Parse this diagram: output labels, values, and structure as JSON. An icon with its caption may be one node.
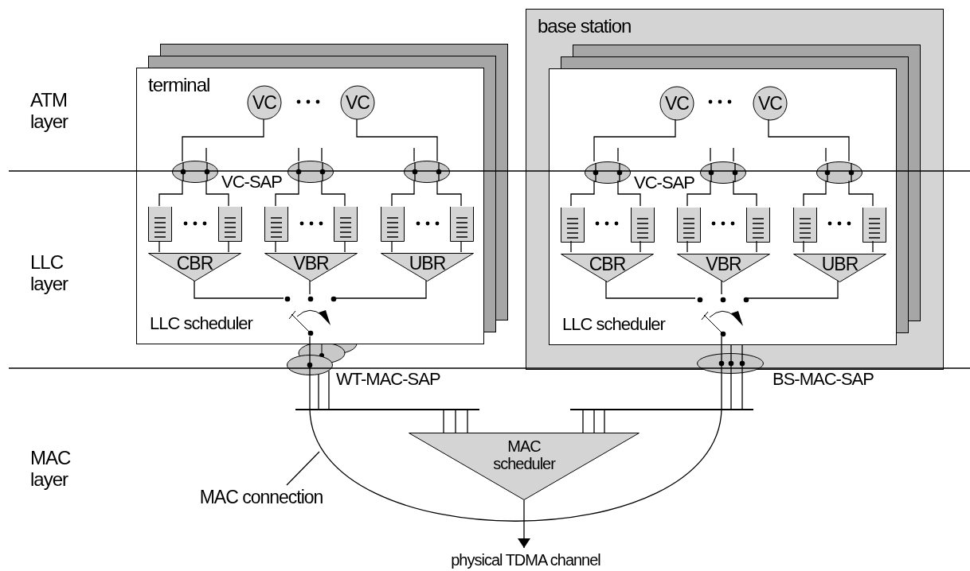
{
  "diagram": {
    "nodes": [
      {
        "text": [
          "terminal"
        ]
      },
      {
        "text": [
          "VC"
        ],
        "in": 0
      },
      {
        "text": [
          "VC"
        ],
        "in": 0
      },
      {
        "text": [],
        "shape": "ellipse",
        "in": 0,
        "beside": [
          "VC-SAP"
        ]
      },
      {
        "text": [],
        "shape": "ellipse",
        "in": 0
      },
      {
        "text": [],
        "shape": "ellipse",
        "in": 0
      },
      {
        "text": [],
        "shape": "box",
        "in": 0
      },
      {
        "text": [],
        "shape": "box",
        "in": 0
      },
      {
        "text": [],
        "shape": "box",
        "in": 0
      },
      {
        "text": [],
        "shape": "box",
        "in": 0
      },
      {
        "text": [],
        "shape": "box",
        "in": 0
      },
      {
        "text": [],
        "shape": "box",
        "in": 0
      },
      {
        "text": [
          "CBR"
        ],
        "in": 0
      },
      {
        "text": [
          "VBR"
        ],
        "in": 0
      },
      {
        "text": [
          "UBR"
        ],
        "in": 0
      },
      {
        "text": [],
        "shape": "switch",
        "in": 0,
        "beside": [
          "LLC scheduler"
        ]
      },
      {
        "text": [
          "base station"
        ]
      },
      {
        "text": [],
        "shape": "box",
        "in": 16
      },
      {
        "text": [
          "VC"
        ],
        "in": 17
      },
      {
        "text": [
          "VC"
        ],
        "in": 17
      },
      {
        "text": [],
        "shape": "ellipse",
        "in": 17,
        "beside": [
          "VC-SAP"
        ]
      },
      {
        "text": [],
        "shape": "ellipse",
        "in": 17
      },
      {
        "text": [],
        "shape": "ellipse",
        "in": 17
      },
      {
        "text": [],
        "shape": "box",
        "in": 17
      },
      {
        "text": [],
        "shape": "box",
        "in": 17
      },
      {
        "text": [],
        "shape": "box",
        "in": 17
      },
      {
        "text": [],
        "shape": "box",
        "in": 17
      },
      {
        "text": [],
        "shape": "box",
        "in": 17
      },
      {
        "text": [],
        "shape": "box",
        "in": 17
      },
      {
        "text": [
          "CBR"
        ],
        "in": 17
      },
      {
        "text": [
          "VBR"
        ],
        "in": 17
      },
      {
        "text": [
          "UBR"
        ],
        "in": 17
      },
      {
        "text": [],
        "shape": "switch",
        "in": 17,
        "beside": [
          "LLC scheduler"
        ]
      },
      {
        "text": [],
        "shape": "ellipse",
        "beside": [
          "WT-MAC-SAP"
        ]
      },
      {
        "text": [],
        "shape": "ellipse",
        "beside": [
          "BS-MAC-SAP"
        ]
      },
      {
        "text": [
          "MAC scheduler"
        ]
      },
      {
        "text": [
          "physical TDMA channel"
        ]
      },
      {
        "text": [
          "MAC connection"
        ]
      },
      {
        "text": [],
        "shape": "bar"
      },
      {
        "text": [],
        "shape": "bar"
      }
    ],
    "edges": [
      {
        "from": 1,
        "to": 3,
        "arrow": "none"
      },
      {
        "from": 2,
        "to": 5,
        "arrow": "none"
      },
      {
        "from": 3,
        "to": 6,
        "arrow": "none"
      },
      {
        "from": 3,
        "to": 7,
        "arrow": "none"
      },
      {
        "from": 4,
        "to": 8,
        "arrow": "none"
      },
      {
        "from": 4,
        "to": 9,
        "arrow": "none"
      },
      {
        "from": 5,
        "to": 10,
        "arrow": "none"
      },
      {
        "from": 5,
        "to": 11,
        "arrow": "none"
      },
      {
        "from": 6,
        "to": 12,
        "arrow": "none"
      },
      {
        "from": 7,
        "to": 12,
        "arrow": "none"
      },
      {
        "from": 8,
        "to": 13,
        "arrow": "none"
      },
      {
        "from": 9,
        "to": 13,
        "arrow": "none"
      },
      {
        "from": 10,
        "to": 14,
        "arrow": "none"
      },
      {
        "from": 11,
        "to": 14,
        "arrow": "none"
      },
      {
        "from": 12,
        "to": 15,
        "arrow": "none"
      },
      {
        "from": 13,
        "to": 15,
        "arrow": "none"
      },
      {
        "from": 14,
        "to": 15,
        "arrow": "none"
      },
      {
        "from": 15,
        "to": 33,
        "arrow": "none"
      },
      {
        "from": 18,
        "to": 20,
        "arrow": "none"
      },
      {
        "from": 19,
        "to": 22,
        "arrow": "none"
      },
      {
        "from": 20,
        "to": 23,
        "arrow": "none"
      },
      {
        "from": 20,
        "to": 24,
        "arrow": "none"
      },
      {
        "from": 21,
        "to": 25,
        "arrow": "none"
      },
      {
        "from": 21,
        "to": 26,
        "arrow": "none"
      },
      {
        "from": 22,
        "to": 27,
        "arrow": "none"
      },
      {
        "from": 22,
        "to": 28,
        "arrow": "none"
      },
      {
        "from": 23,
        "to": 29,
        "arrow": "none"
      },
      {
        "from": 24,
        "to": 29,
        "arrow": "none"
      },
      {
        "from": 25,
        "to": 30,
        "arrow": "none"
      },
      {
        "from": 26,
        "to": 30,
        "arrow": "none"
      },
      {
        "from": 27,
        "to": 31,
        "arrow": "none"
      },
      {
        "from": 28,
        "to": 31,
        "arrow": "none"
      },
      {
        "from": 29,
        "to": 32,
        "arrow": "none"
      },
      {
        "from": 30,
        "to": 32,
        "arrow": "none"
      },
      {
        "from": 31,
        "to": 32,
        "arrow": "none"
      },
      {
        "from": 32,
        "to": 34,
        "arrow": "none"
      },
      {
        "from": 33,
        "to": 34,
        "arrow": "none"
      },
      {
        "from": 33,
        "to": 38,
        "arrow": "none"
      },
      {
        "from": 33,
        "to": 38,
        "arrow": "none"
      },
      {
        "from": 38,
        "to": 35,
        "arrow": "none"
      },
      {
        "from": 38,
        "to": 35,
        "arrow": "none"
      },
      {
        "from": 38,
        "to": 35,
        "arrow": "none"
      },
      {
        "from": 34,
        "to": 39,
        "arrow": "none"
      },
      {
        "from": 34,
        "to": 39,
        "arrow": "none"
      },
      {
        "from": 39,
        "to": 35,
        "arrow": "none"
      },
      {
        "from": 39,
        "to": 35,
        "arrow": "none"
      },
      {
        "from": 39,
        "to": 35,
        "arrow": "none"
      },
      {
        "from": 17,
        "to": 34,
        "arrow": "none"
      },
      {
        "from": 17,
        "to": 34,
        "arrow": "none"
      },
      {
        "from": 35,
        "to": 36,
        "arrow": "to"
      },
      {
        "from": 37,
        "to": null,
        "arrow": "none"
      }
    ],
    "labels": [
      "ATM layer",
      "LLC layer",
      "MAC layer"
    ]
  }
}
